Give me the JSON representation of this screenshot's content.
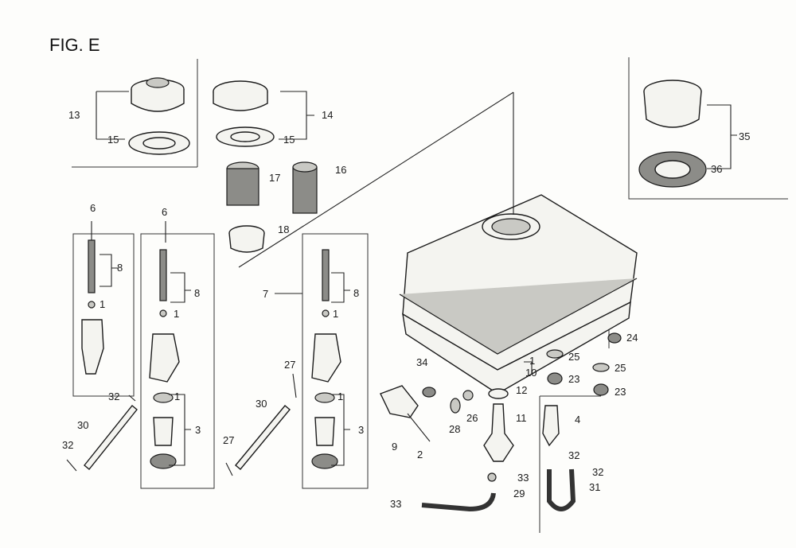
{
  "figure": {
    "title": "FIG. E"
  },
  "callouts": {
    "c13": "13",
    "c15a": "15",
    "c14": "14",
    "c15b": "15",
    "c16": "16",
    "c17": "17",
    "c18": "18",
    "c35": "35",
    "c36": "36",
    "c6a": "6",
    "c8a": "8",
    "c1a": "1",
    "c6b": "6",
    "c8b": "8",
    "c1b": "1",
    "c1c": "1",
    "c3a": "3",
    "c7": "7",
    "c8c": "8",
    "c1d": "1",
    "c1e": "1",
    "c3b": "3",
    "c32a": "32",
    "c30a": "30",
    "c32b": "32",
    "c27a": "27",
    "c30b": "30",
    "c27b": "27",
    "c34": "34",
    "c9": "9",
    "c2": "2",
    "c28": "28",
    "c26": "26",
    "c12": "12",
    "c11": "11",
    "c10": "10",
    "c1f": "1",
    "c25a": "25",
    "c23a": "23",
    "c25b": "25",
    "c23b": "23",
    "c24": "24",
    "c4": "4",
    "c32c": "32",
    "c32d": "32",
    "c31": "31",
    "c33a": "33",
    "c33b": "33",
    "c29": "29"
  }
}
